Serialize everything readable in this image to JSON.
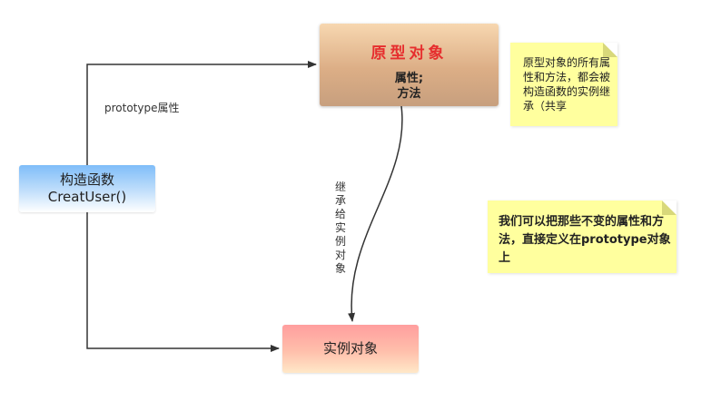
{
  "constructor_node": {
    "line1": "构造函数",
    "line2": "CreatUser()"
  },
  "prototype_node": {
    "title": "原型对象",
    "body_line1": "属性;",
    "body_line2": "方法"
  },
  "instance_node": {
    "label": "实例对象"
  },
  "edge_labels": {
    "prototype_attr": "prototype属性",
    "inherit": "继承给实例对象"
  },
  "notes": {
    "note1": "原型对象的所有属性和方法，都会被构造函数的实例继承（共享",
    "note2": "我们可以把那些不变的属性和方法，直接定义在prototype对象上"
  },
  "colors": {
    "line": "#333333",
    "title_red": "#e62e2e",
    "note_bg": "#ffff9e",
    "constructor_fill": "#7fbdf9",
    "prototype_fill": "#dcae86",
    "instance_fill": "#ffb0a6"
  }
}
